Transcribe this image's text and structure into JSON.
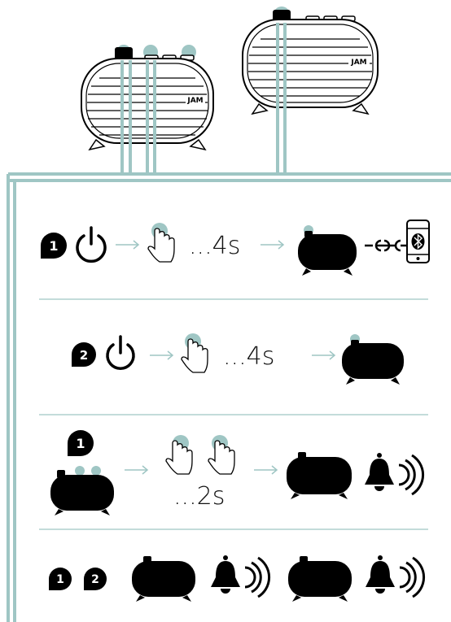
{
  "colors": {
    "accent": "#9fc6c4",
    "ink": "#000000",
    "muted_arrow": "#9fc6c4",
    "background": "#ffffff"
  },
  "brand": {
    "left_logo": "JAM",
    "right_logo": "JAM"
  },
  "steps": [
    {
      "badges": [
        "1"
      ],
      "duration": "...4s",
      "icons": [
        "power-icon",
        "press-hand-icon",
        "speaker-icon",
        "link-chain-icon",
        "bluetooth-phone-icon"
      ]
    },
    {
      "badges": [
        "2"
      ],
      "duration": "...4s",
      "icons": [
        "power-icon",
        "press-hand-icon",
        "speaker-icon"
      ]
    },
    {
      "badges": [
        "1"
      ],
      "duration": "...2s",
      "icons": [
        "speaker-icon",
        "press-hand-icon",
        "press-hand-icon",
        "speaker-icon",
        "bell-icon"
      ]
    },
    {
      "badges": [
        "1",
        "2"
      ],
      "duration": "",
      "icons": [
        "speaker-icon",
        "bell-icon",
        "speaker-icon",
        "bell-icon"
      ]
    }
  ]
}
